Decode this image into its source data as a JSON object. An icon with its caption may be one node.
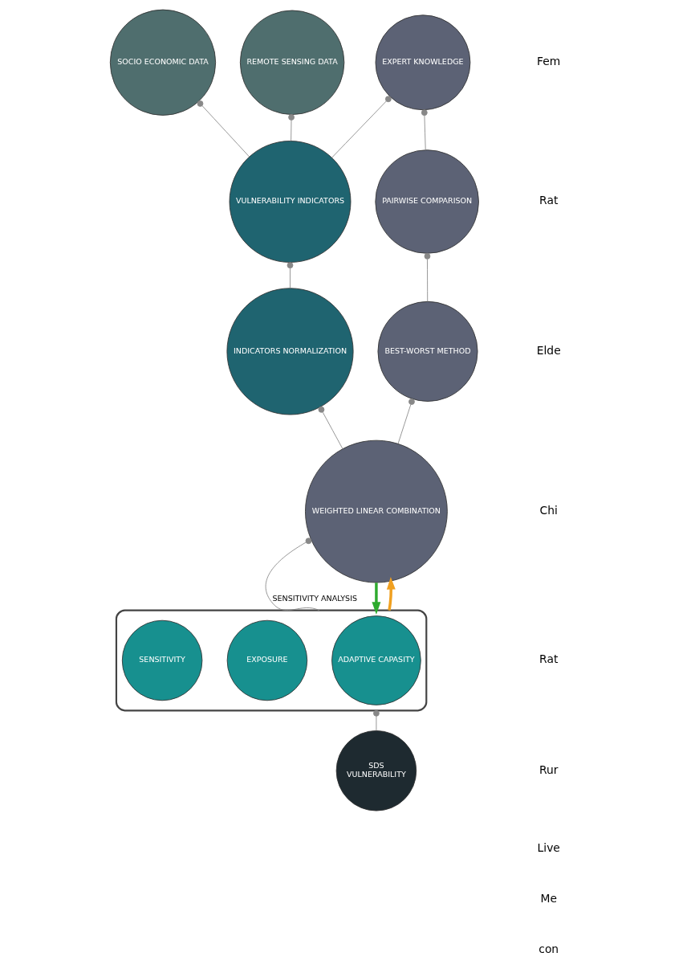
{
  "diagram": {
    "nodes": [
      {
        "text": [
          "SOCIO ECONOMIC DATA"
        ]
      },
      {
        "text": [
          "REMOTE SENSING DATA"
        ]
      },
      {
        "text": [
          "EXPERT KNOWLEDGE"
        ]
      },
      {
        "text": [
          "PAIRWISE COMPARISON"
        ]
      },
      {
        "text": [
          "VULNERABILITY INDICATORS"
        ]
      },
      {
        "text": [
          "INDICATORS NORMALIZATION"
        ]
      },
      {
        "text": [
          "BEST-WORST METHOD"
        ]
      },
      {
        "text": [
          "WEIGHTED LINEAR COMBINATION"
        ]
      },
      {
        "text": [],
        "shape": "triangle"
      },
      {
        "text": [
          "ADAPTIVE CAPASITY"
        ],
        "in": 8
      },
      {
        "text": [
          "EXPOSURE"
        ],
        "in": 8
      },
      {
        "text": [
          "SENSITIVITY"
        ],
        "in": 8
      },
      {
        "text": [
          "SDS",
          "VULNERABILITY"
        ]
      }
    ],
    "edges": [
      {
        "from": 0,
        "to": 4,
        "arrow": "other"
      },
      {
        "from": 1,
        "to": 4,
        "arrow": "other"
      },
      {
        "from": 2,
        "to": 4,
        "arrow": "other"
      },
      {
        "from": 2,
        "to": 3,
        "arrow": "other"
      },
      {
        "from": 3,
        "to": 6,
        "arrow": "other"
      },
      {
        "from": 4,
        "to": 5,
        "arrow": "other"
      },
      {
        "from": 5,
        "to": 7,
        "arrow": "other"
      },
      {
        "from": 6,
        "to": 7,
        "arrow": "other"
      },
      {
        "from": 7,
        "to": 8,
        "arrow": "other",
        "label": "SENSITIVITY ANALYSIS"
      },
      {
        "from": 7,
        "to": 8,
        "arrow": "to",
        "style": "thick",
        "color": "#2eaa2e"
      },
      {
        "from": 8,
        "to": 7,
        "arrow": "to",
        "style": "thick",
        "color": "#f0a020"
      },
      {
        "from": 8,
        "to": 12,
        "arrow": "other"
      }
    ],
    "labels": [
      "Fem",
      "Rat",
      "Elde",
      "Chi",
      "Rat",
      "Rur",
      "Live",
      "Me",
      "con"
    ]
  }
}
